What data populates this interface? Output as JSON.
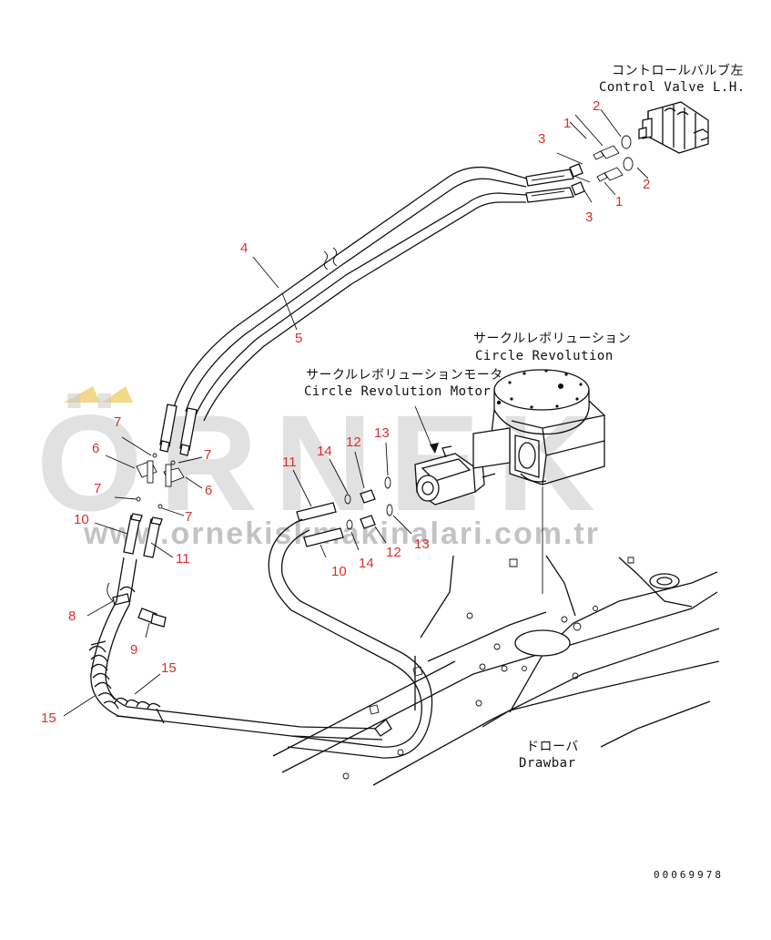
{
  "labels": {
    "control_valve_jp": "コントロールバルブ左",
    "control_valve_en": "Control Valve L.H.",
    "circle_revolution_jp": "サークルレボリューション",
    "circle_revolution_en": "Circle Revolution",
    "circle_revolution_motor_jp": "サークルレボリューションモータ",
    "circle_revolution_motor_en": "Circle Revolution Motor",
    "drawbar_jp": "ドローバ",
    "drawbar_en": "Drawbar"
  },
  "drawing_number": "00069978",
  "watermark": {
    "brand": "ÖRNEK",
    "url": "www.ornekiskmakinalari.com.tr"
  },
  "colors": {
    "callout": "#d8312c",
    "line": "#111111",
    "watermark": "#c9c9c9",
    "watermark_accent": "#f2d98a"
  },
  "callouts": [
    {
      "id": "c1a",
      "text": "1"
    },
    {
      "id": "c2a",
      "text": "2"
    },
    {
      "id": "c3a",
      "text": "3"
    },
    {
      "id": "c2b",
      "text": "2"
    },
    {
      "id": "c1b",
      "text": "1"
    },
    {
      "id": "c3b",
      "text": "3"
    },
    {
      "id": "c4",
      "text": "4"
    },
    {
      "id": "c5",
      "text": "5"
    },
    {
      "id": "c7a",
      "text": "7"
    },
    {
      "id": "c6a",
      "text": "6"
    },
    {
      "id": "c7b",
      "text": "7"
    },
    {
      "id": "c7c",
      "text": "7"
    },
    {
      "id": "c6b",
      "text": "6"
    },
    {
      "id": "c7d",
      "text": "7"
    },
    {
      "id": "c10a",
      "text": "10"
    },
    {
      "id": "c11a",
      "text": "11"
    },
    {
      "id": "c8",
      "text": "8"
    },
    {
      "id": "c9",
      "text": "9"
    },
    {
      "id": "c15a",
      "text": "15"
    },
    {
      "id": "c15b",
      "text": "15"
    },
    {
      "id": "c11b",
      "text": "11"
    },
    {
      "id": "c14a",
      "text": "14"
    },
    {
      "id": "c12a",
      "text": "12"
    },
    {
      "id": "c13a",
      "text": "13"
    },
    {
      "id": "c10b",
      "text": "10"
    },
    {
      "id": "c14b",
      "text": "14"
    },
    {
      "id": "c12b",
      "text": "12"
    },
    {
      "id": "c13b",
      "text": "13"
    }
  ]
}
